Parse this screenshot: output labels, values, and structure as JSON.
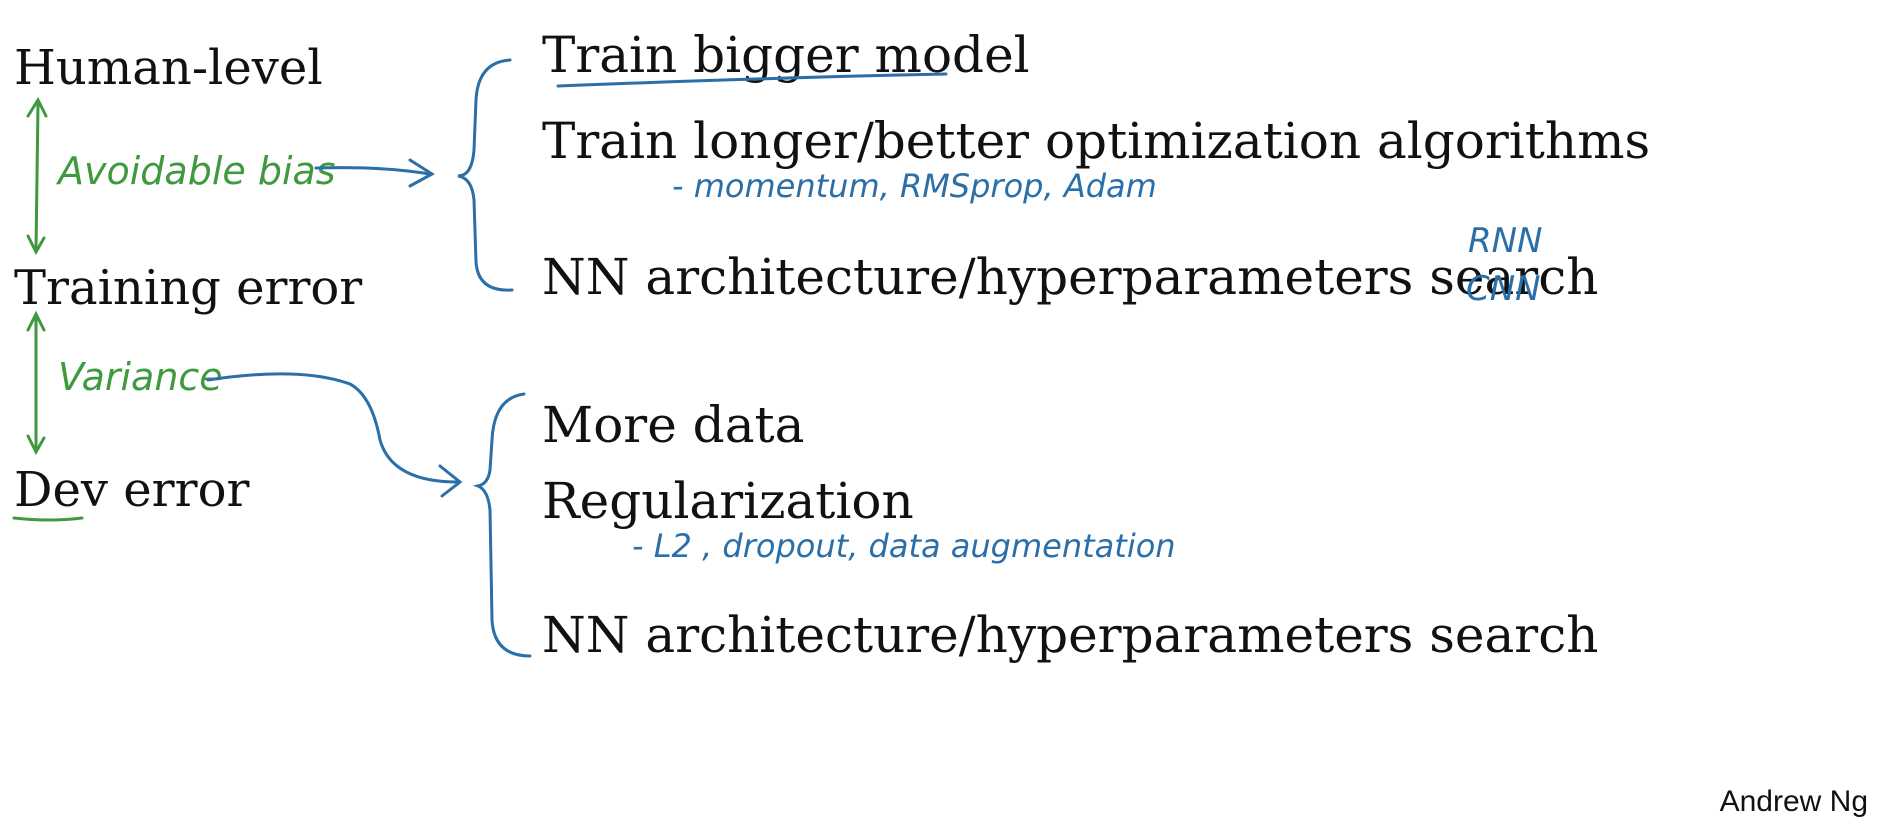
{
  "slide": {
    "left_labels": {
      "human_level": "Human-level",
      "training_error": "Training error",
      "dev_error": "Dev error"
    },
    "annotations": {
      "avoidable_bias": "Avoidable bias",
      "variance": "Variance"
    },
    "bias_remedies": {
      "train_bigger_model": "Train bigger model",
      "train_longer": "Train longer/better optimization algorithms",
      "train_longer_note": "- momentum, RMSprop, Adam",
      "nn_search": "NN architecture/hyperparameters search",
      "nn_search_note_1": "RNN",
      "nn_search_note_2": "CNN"
    },
    "variance_remedies": {
      "more_data": "More data",
      "regularization": "Regularization",
      "regularization_note": "- L2 , dropout, data augmentation",
      "nn_search": "NN architecture/hyperparameters search"
    },
    "credit": "Andrew Ng"
  },
  "colors": {
    "ink": "#111111",
    "green_pen": "#3f9a3f",
    "blue_pen": "#2a6fa8"
  }
}
